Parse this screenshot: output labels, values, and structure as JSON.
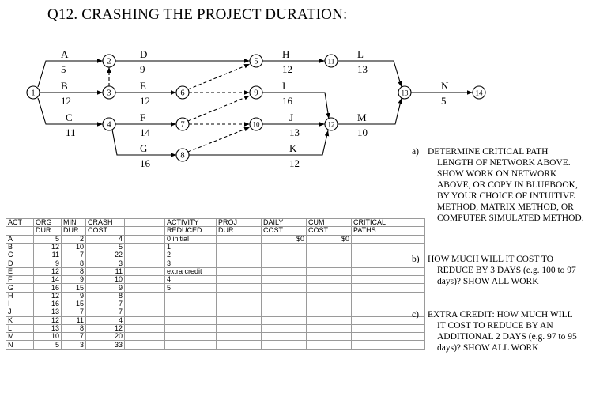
{
  "title": "Q12.  CRASHING THE PROJECT DURATION:",
  "nodes": [
    "1",
    "2",
    "3",
    "4",
    "5",
    "6",
    "7",
    "8",
    "9",
    "10",
    "11",
    "12",
    "13",
    "14"
  ],
  "activities": [
    {
      "name": "A",
      "dur": "5"
    },
    {
      "name": "B",
      "dur": "12"
    },
    {
      "name": "C",
      "dur": "11"
    },
    {
      "name": "D",
      "dur": "9"
    },
    {
      "name": "E",
      "dur": "12"
    },
    {
      "name": "F",
      "dur": "14"
    },
    {
      "name": "G",
      "dur": "16"
    },
    {
      "name": "H",
      "dur": "12"
    },
    {
      "name": "I",
      "dur": "16"
    },
    {
      "name": "J",
      "dur": "13"
    },
    {
      "name": "K",
      "dur": "12"
    },
    {
      "name": "L",
      "dur": "13"
    },
    {
      "name": "M",
      "dur": "10"
    },
    {
      "name": "N",
      "dur": "5"
    }
  ],
  "table": {
    "header1": [
      "ACT",
      "ORG",
      "MIN",
      "CRASH",
      "",
      "ACTIVITY",
      "PROJ",
      "DAILY",
      "CUM",
      "CRITICAL"
    ],
    "header2": [
      "",
      "DUR",
      "DUR",
      "COST",
      "",
      "REDUCED",
      "DUR",
      "COST",
      "COST",
      "PATHS"
    ],
    "rows": [
      [
        "A",
        "5",
        "2",
        "4",
        "",
        "0 initial",
        "",
        "$0",
        "$0",
        ""
      ],
      [
        "B",
        "12",
        "10",
        "5",
        "",
        "1",
        "",
        "",
        "",
        ""
      ],
      [
        "C",
        "11",
        "7",
        "22",
        "",
        "2",
        "",
        "",
        "",
        ""
      ],
      [
        "D",
        "9",
        "8",
        "3",
        "",
        "3",
        "",
        "",
        "",
        ""
      ],
      [
        "E",
        "12",
        "8",
        "11",
        "",
        "extra credit",
        "",
        "",
        "",
        ""
      ],
      [
        "F",
        "14",
        "9",
        "10",
        "",
        "4",
        "",
        "",
        "",
        ""
      ],
      [
        "G",
        "16",
        "15",
        "9",
        "",
        "5",
        "",
        "",
        "",
        ""
      ],
      [
        "H",
        "12",
        "9",
        "8",
        "",
        "",
        "",
        "",
        "",
        ""
      ],
      [
        "I",
        "16",
        "15",
        "7",
        "",
        "",
        "",
        "",
        "",
        ""
      ],
      [
        "J",
        "13",
        "7",
        "7",
        "",
        "",
        "",
        "",
        "",
        ""
      ],
      [
        "K",
        "12",
        "11",
        "4",
        "",
        "",
        "",
        "",
        "",
        ""
      ],
      [
        "L",
        "13",
        "8",
        "12",
        "",
        "",
        "",
        "",
        "",
        ""
      ],
      [
        "M",
        "10",
        "7",
        "20",
        "",
        "",
        "",
        "",
        "",
        ""
      ],
      [
        "N",
        "5",
        "3",
        "33",
        "",
        "",
        "",
        "",
        "",
        ""
      ]
    ]
  },
  "questions": [
    {
      "label": "a)",
      "lines": [
        "DETERMINE CRITICAL PATH",
        "LENGTH OF NETWORK ABOVE.",
        "SHOW WORK ON NETWORK",
        "ABOVE, OR COPY IN BLUEBOOK,",
        "BY YOUR CHOICE OF INTUITIVE",
        "METHOD, MATRIX METHOD, OR",
        "COMPUTER SIMULATED METHOD."
      ]
    },
    {
      "label": "b)",
      "lines": [
        "HOW MUCH WILL IT COST TO",
        "REDUCE BY 3 DAYS (e.g. 100 to 97",
        "days)?  SHOW ALL WORK"
      ]
    },
    {
      "label": "c)",
      "lines": [
        "EXTRA CREDIT:  HOW MUCH WILL",
        "IT COST TO REDUCE BY AN",
        "ADDITIONAL 2 DAYS (e.g. 97 to 95",
        "days)?  SHOW ALL WORK"
      ]
    }
  ]
}
